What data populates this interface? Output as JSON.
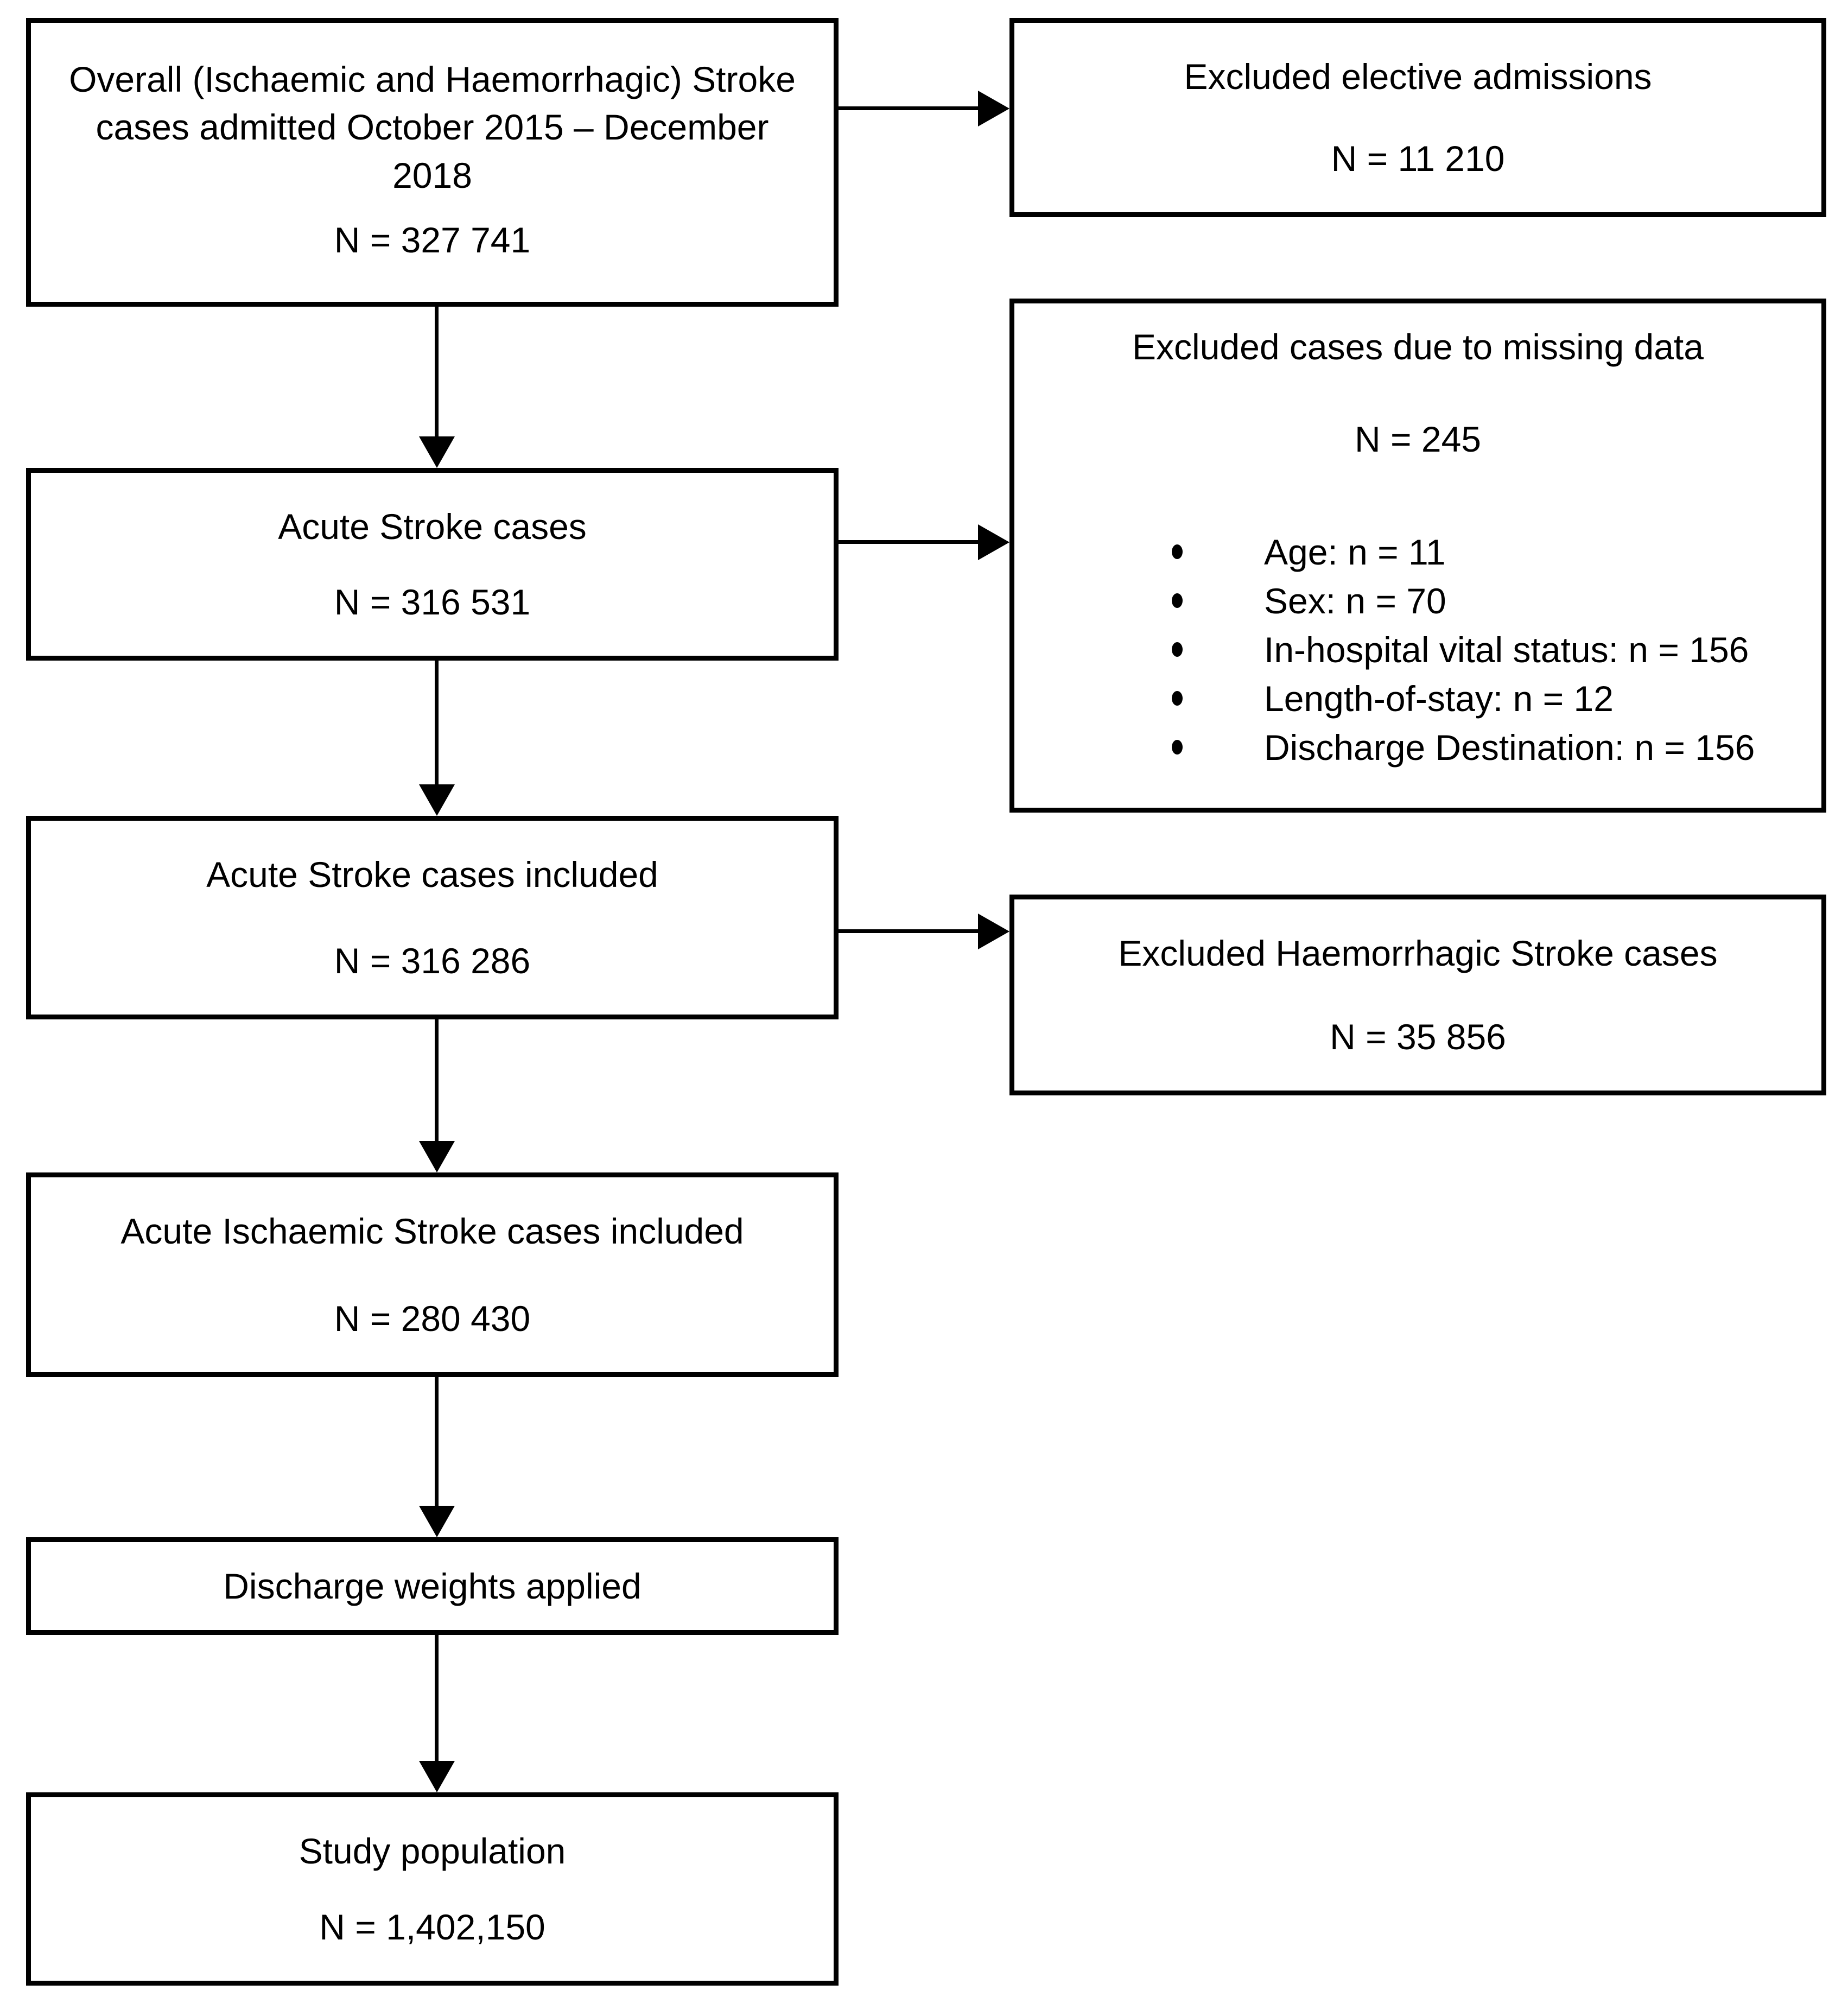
{
  "diagram": {
    "colors": {
      "line": "#000000",
      "background": "#ffffff",
      "text": "#000000"
    },
    "main_flow": [
      {
        "id": "overall-stroke-cases",
        "label": "Overall (Ischaemic and Haemorrhagic) Stroke\ncases admitted October 2015 – December\n2018",
        "n_label": "N = 327 741"
      },
      {
        "id": "acute-stroke-cases",
        "label": "Acute Stroke cases",
        "n_label": "N = 316 531"
      },
      {
        "id": "acute-stroke-cases-included",
        "label": "Acute Stroke cases included",
        "n_label": "N = 316 286"
      },
      {
        "id": "acute-ischaemic-stroke-cases-included",
        "label": "Acute Ischaemic Stroke cases included",
        "n_label": "N = 280 430"
      },
      {
        "id": "discharge-weights-applied",
        "label": "Discharge weights applied"
      },
      {
        "id": "study-population",
        "label": "Study population",
        "n_label": "N = 1,402,150"
      }
    ],
    "exclusions": [
      {
        "id": "excluded-elective-admissions",
        "label": "Excluded elective admissions",
        "n_label": "N = 11 210"
      },
      {
        "id": "excluded-missing-data",
        "label": "Excluded cases due to missing data",
        "n_label": "N = 245",
        "items": [
          "Age: n = 11",
          "Sex: n = 70",
          "In-hospital vital status: n = 156",
          "Length-of-stay: n = 12",
          "Discharge Destination: n = 156"
        ]
      },
      {
        "id": "excluded-haemorrhagic-stroke-cases",
        "label": "Excluded Haemorrhagic Stroke cases",
        "n_label": "N = 35 856"
      }
    ]
  }
}
